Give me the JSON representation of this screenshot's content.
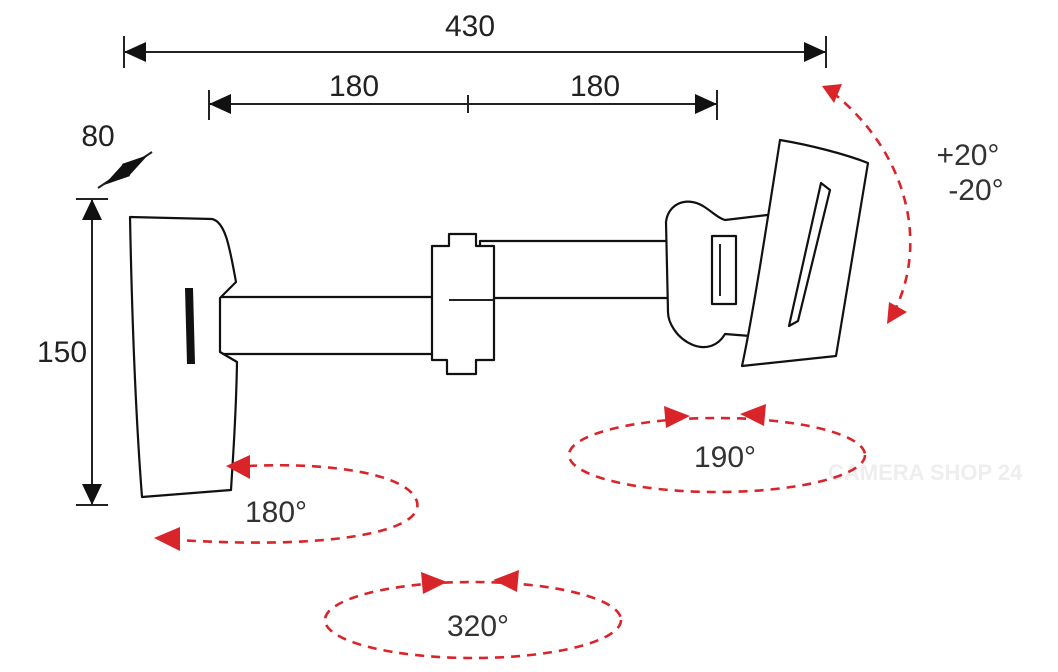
{
  "dimensions": {
    "total_width": "430",
    "arm_left": "180",
    "arm_right": "180",
    "depth": "80",
    "height": "150"
  },
  "rotations": {
    "tilt_up": "+20°",
    "tilt_down": "-20°",
    "swivel_head": "190°",
    "wall_swivel": "180°",
    "arm_swivel": "320°"
  },
  "watermark": "CAMERA SHOP 24",
  "colors": {
    "arrow_red": "#d9242a",
    "line": "#111111"
  }
}
